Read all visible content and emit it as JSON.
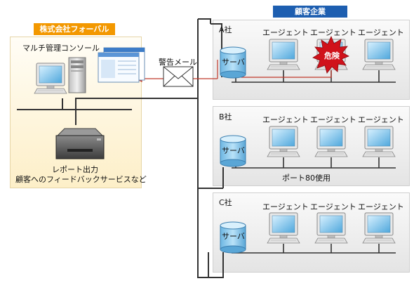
{
  "colors": {
    "vendor_header": "#f39800",
    "vendor_panel": "#fdf3d8",
    "client_header": "#1d5eb0",
    "company_panel": "#ebebeb",
    "alert_line": "#c0392b",
    "danger_red": "#d0121b",
    "server_blue": "#8ec9ec"
  },
  "vendor": {
    "title": "株式会社フォーバル",
    "console_label": "マルチ管理コンソール",
    "printer_label_1": "レポート出力",
    "printer_label_2": "顧客へのフィードバックサービスなど"
  },
  "alert": {
    "label": "警告メール",
    "icon": "envelope-icon"
  },
  "client": {
    "title": "顧客企業",
    "companies": [
      {
        "name": "A社",
        "server": "サーバ",
        "agents": [
          "エージェント",
          "エージェント",
          "エージェント"
        ],
        "danger_label": "危険"
      },
      {
        "name": "B社",
        "server": "サーバ",
        "agents": [
          "エージェント",
          "エージェント",
          "エージェント"
        ],
        "port_label": "ポート80使用"
      },
      {
        "name": "C社",
        "server": "サーバ",
        "agents": [
          "エージェント",
          "エージェント",
          "エージェント"
        ]
      }
    ]
  }
}
